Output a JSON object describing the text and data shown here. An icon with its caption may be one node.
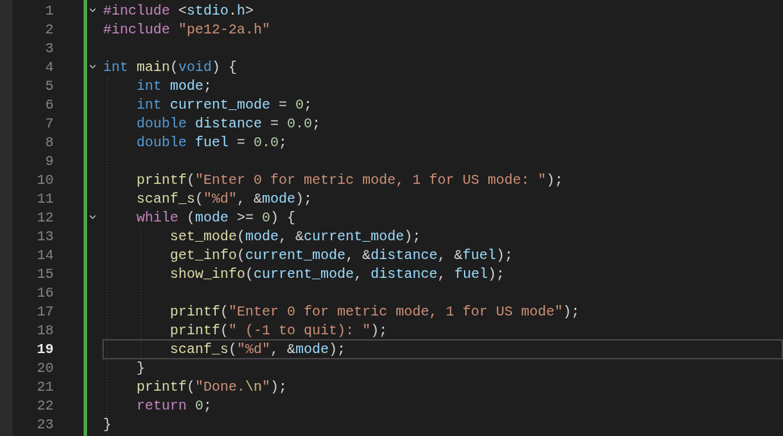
{
  "diagram": {
    "labels": [
      "1",
      "#include <stdio.h>",
      "2",
      "#include \"pe12-2a.h\"",
      "3",
      "4",
      "int main(void) {",
      "5",
      "int mode;",
      "6",
      "int current_mode = 0;",
      "7",
      "double distance = 0.0;",
      "8",
      "double fuel = 0.0;",
      "9",
      "10",
      "printf(\"Enter 0 for metric mode, 1 for US mode: \");",
      "11",
      "scanf_s(\"%d\", &mode);",
      "12",
      "while (mode >= 0) {",
      "13",
      "set_mode(mode, &current_mode);",
      "14",
      "get_info(current_mode, &distance, &fuel);",
      "15",
      "show_info(current_mode, distance, fuel);",
      "16",
      "17",
      "printf(\"Enter 0 for metric mode, 1 for US mode\");",
      "18",
      "printf(\" (-1 to quit): \");",
      "19",
      "scanf_s(\"%d\", &mode);",
      "20",
      "}",
      "21",
      "printf(\"Done.\\n\");",
      "22",
      "return 0;",
      "23",
      "}"
    ]
  }
}
